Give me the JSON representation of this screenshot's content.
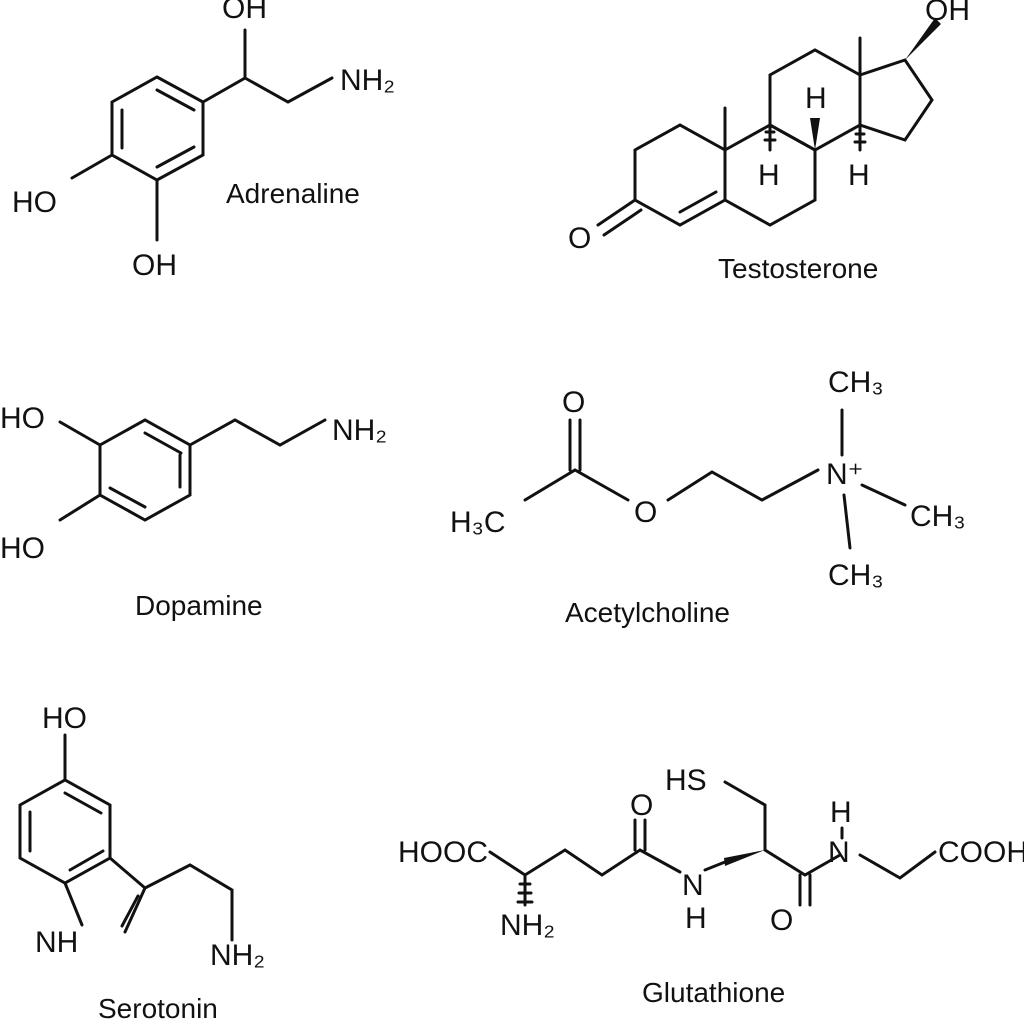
{
  "molecules": {
    "adrenaline": {
      "name": "Adrenaline",
      "atoms": [
        "OH",
        "NH₂",
        "HO",
        "OH"
      ]
    },
    "testosterone": {
      "name": "Testosterone",
      "atoms": [
        "OH",
        "O",
        "H",
        "H",
        "H"
      ]
    },
    "dopamine": {
      "name": "Dopamine",
      "atoms": [
        "HO",
        "HO",
        "NH₂"
      ]
    },
    "acetylcholine": {
      "name": "Acetylcholine",
      "atoms": [
        "O",
        "H₃C",
        "O",
        "N⁺",
        "CH₃",
        "CH₃",
        "CH₃"
      ]
    },
    "serotonin": {
      "name": "Serotonin",
      "atoms": [
        "HO",
        "NH",
        "NH₂"
      ]
    },
    "glutathione": {
      "name": "Glutathione",
      "atoms": [
        "HOOC",
        "NH₂",
        "O",
        "HS",
        "N",
        "H",
        "O",
        "H",
        "N",
        "COOH"
      ]
    }
  }
}
